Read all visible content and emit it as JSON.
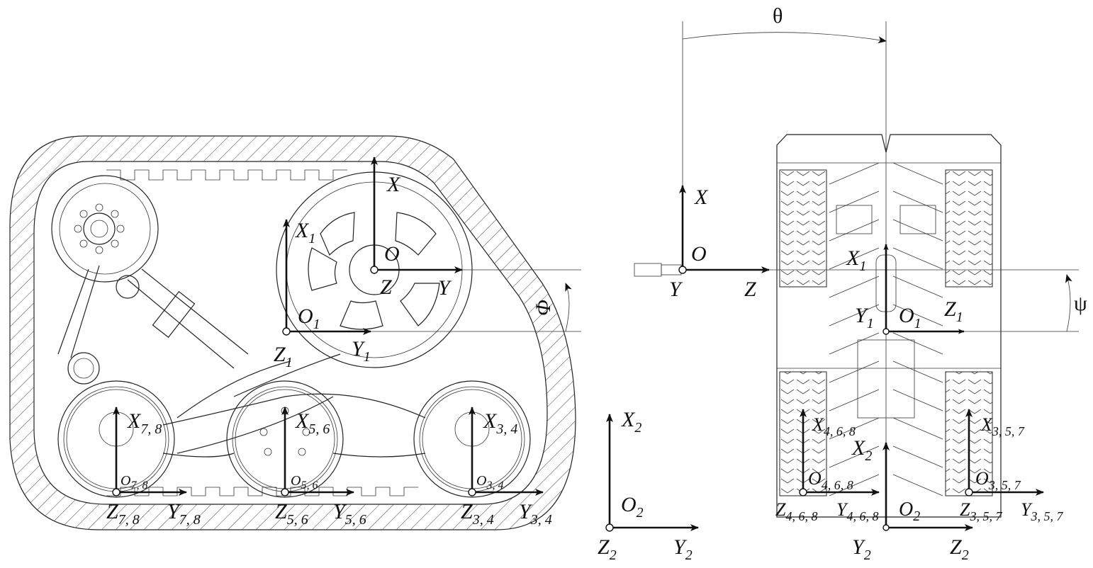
{
  "figure": {
    "left_view": {
      "labels": {
        "X": "X",
        "O": "O",
        "Z": "Z",
        "Y": "Y",
        "X1": "X",
        "X1_sub": "1",
        "O1": "O",
        "O1_sub": "1",
        "Z1": "Z",
        "Z1_sub": "1",
        "Y1": "Y",
        "Y1_sub": "1",
        "X78": "X",
        "X78_sub": "7, 8",
        "X56": "X",
        "X56_sub": "5, 6",
        "X34": "X",
        "X34_sub": "3, 4",
        "O78": "O",
        "O78_sub": "7, 8",
        "O56": "O",
        "O56_sub": "5, 6",
        "O34": "O",
        "O34_sub": "3, 4",
        "Z78": "Z",
        "Z78_sub": "7, 8",
        "Y78": "Y",
        "Y78_sub": "7, 8",
        "Z56": "Z",
        "Z56_sub": "5, 6",
        "Y56": "Y",
        "Y56_sub": "5, 6",
        "Z34": "Z",
        "Z34_sub": "3, 4",
        "Y34": "Y",
        "Y34_sub": "3, 4",
        "phi": "Φ"
      }
    },
    "ground_frame": {
      "X2": "X",
      "X2_sub": "2",
      "O2": "O",
      "O2_sub": "2",
      "Z2": "Z",
      "Z2_sub": "2",
      "Y2": "Y",
      "Y2_sub": "2"
    },
    "right_view": {
      "labels": {
        "theta": "θ",
        "X": "X",
        "O": "O",
        "Y": "Y",
        "Z": "Z",
        "X1": "X",
        "X1_sub": "1",
        "Y1": "Y",
        "Y1_sub": "1",
        "O1": "O",
        "O1_sub": "1",
        "Z1": "Z",
        "Z1_sub": "1",
        "psi": "ψ",
        "X468": "X",
        "X468_sub": "4, 6, 8",
        "X357": "X",
        "X357_sub": "3, 5, 7",
        "X2": "X",
        "X2_sub": "2",
        "O468": "O",
        "O468_sub": "4, 6, 8",
        "O357": "O",
        "O357_sub": "3, 5, 7",
        "Z468": "Z",
        "Z468_sub": "4, 6, 8",
        "Y468": "Y",
        "Y468_sub": "4, 6, 8",
        "O2": "O",
        "O2_sub": "2",
        "Z357": "Z",
        "Z357_sub": "3, 5, 7",
        "Y357": "Y",
        "Y357_sub": "3, 5, 7",
        "Y2": "Y",
        "Y2_sub": "2",
        "Z2": "Z",
        "Z2_sub": "2"
      }
    }
  }
}
